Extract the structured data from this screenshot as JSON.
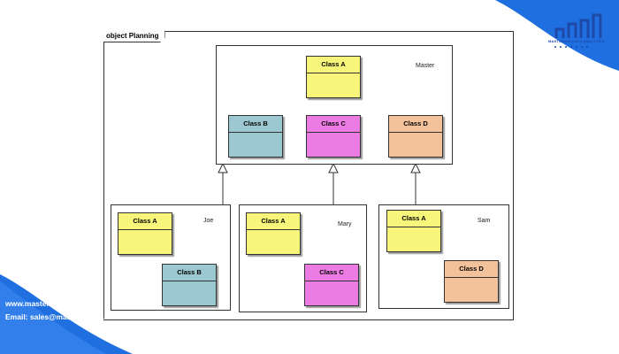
{
  "frame_title": "object Planning",
  "packages": {
    "master": {
      "label": "Master"
    },
    "joe": {
      "label": "Joe"
    },
    "mary": {
      "label": "Mary"
    },
    "sam": {
      "label": "Sam"
    }
  },
  "classes": {
    "class_a": "Class A",
    "class_b": "Class B",
    "class_c": "Class C",
    "class_d": "Class D"
  },
  "branding": {
    "logo_text": "MASTERING DATA ANALYTICS",
    "website": "www.mastering-da.com",
    "email": "Email: sales@mastering-da.com"
  },
  "colors": {
    "yellow": "#f7f67a",
    "blue": "#9cc9d1",
    "pink": "#ec7ce4",
    "orange": "#f4c29a",
    "brand_blue": "#1f6fe0"
  }
}
